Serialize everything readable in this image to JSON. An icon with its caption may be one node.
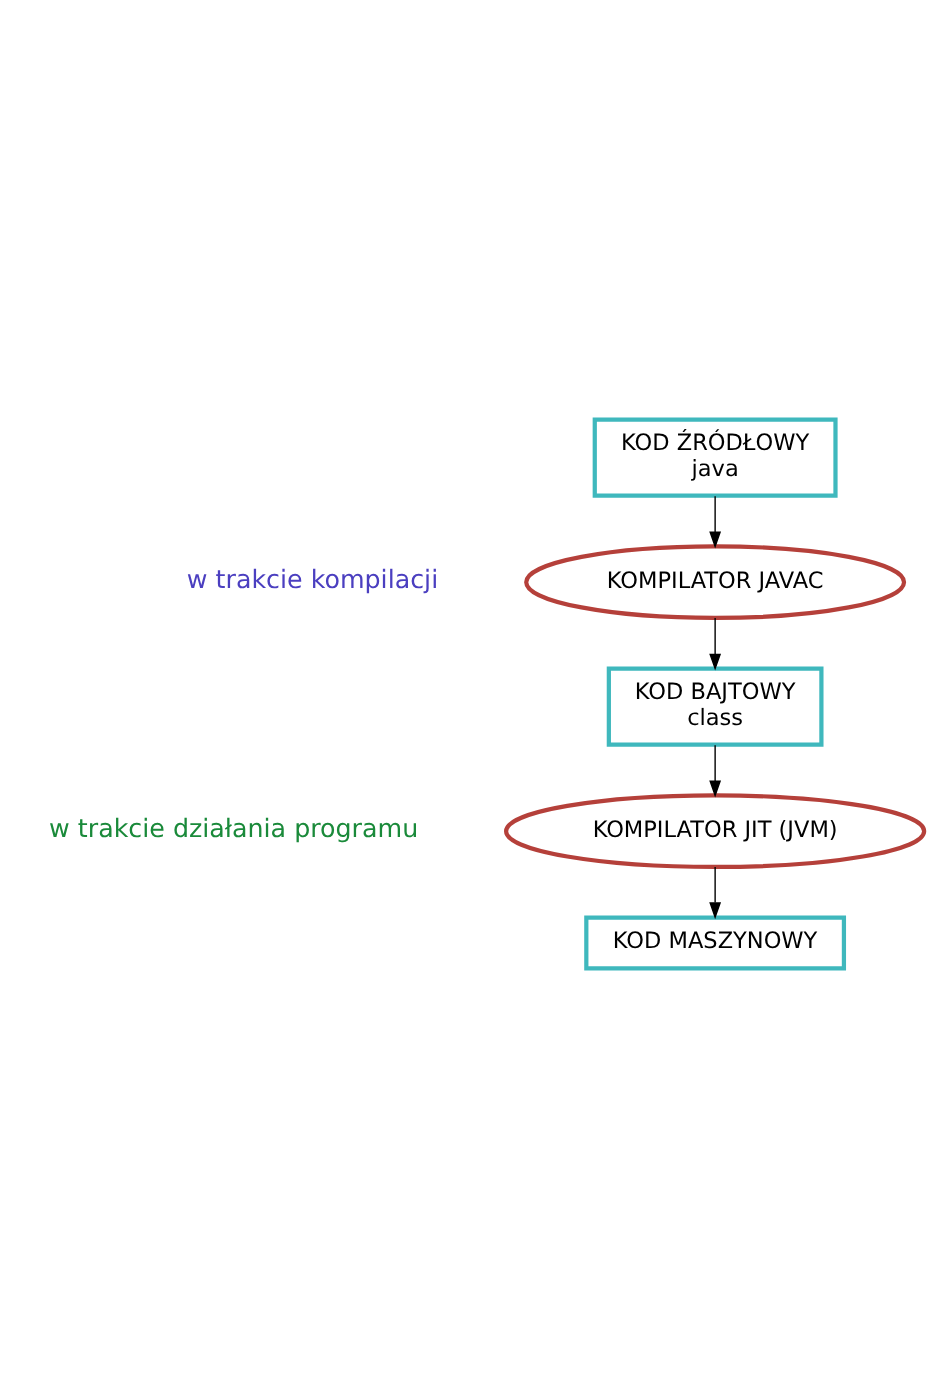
{
  "diagram": {
    "nodes": [
      {
        "text": [
          "KOD ŹRÓDŁOWY",
          "java"
        ]
      },
      {
        "text": [
          "KOMPILATOR JAVAC"
        ]
      },
      {
        "text": [
          "KOD BAJTOWY",
          "class"
        ]
      },
      {
        "text": [
          "KOMPILATOR JIT (JVM)"
        ]
      },
      {
        "text": [
          "KOD MASZYNOWY"
        ]
      }
    ],
    "edges": [
      {
        "from": 0,
        "to": 1,
        "arrow": "to"
      },
      {
        "from": 1,
        "to": 2,
        "arrow": "to"
      },
      {
        "from": 2,
        "to": 3,
        "arrow": "to"
      },
      {
        "from": 3,
        "to": 4,
        "arrow": "to"
      }
    ],
    "labels": [
      "w trakcie kompilacji",
      "w trakcie działania programu"
    ]
  }
}
